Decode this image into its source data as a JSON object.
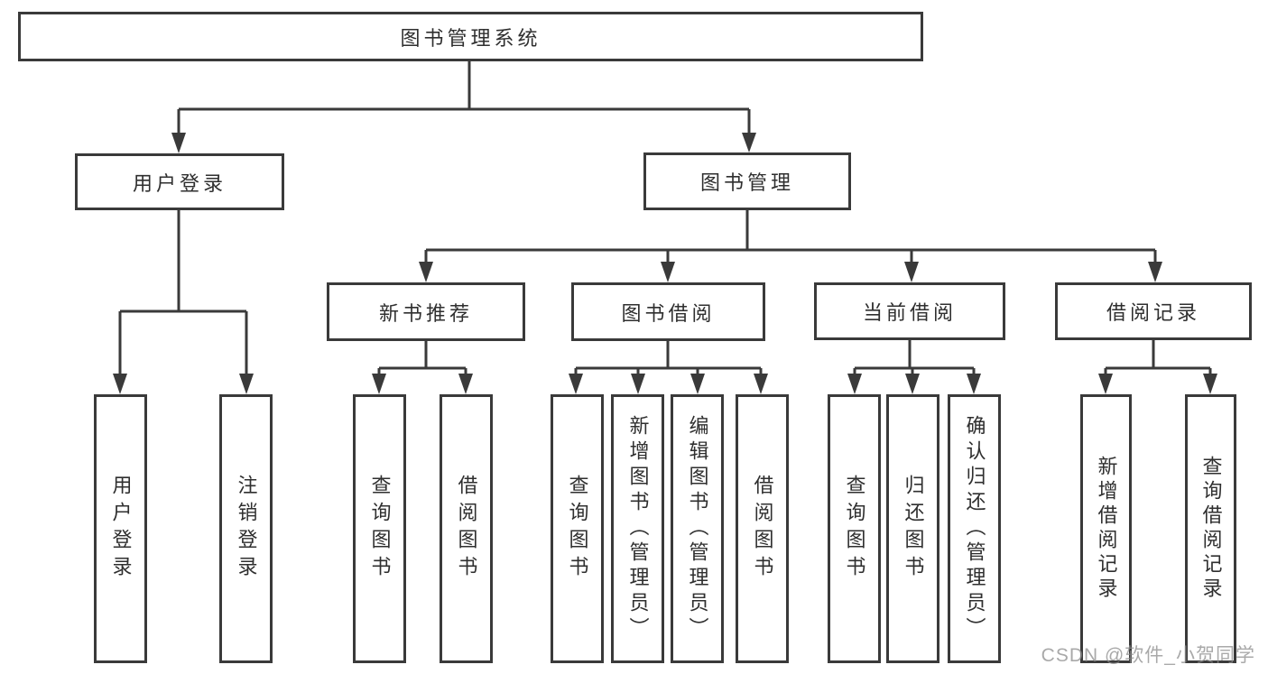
{
  "diagram": {
    "root": {
      "label": "图书管理系统"
    },
    "level2": [
      {
        "label": "用户登录",
        "children": [
          {
            "label": "用户登录"
          },
          {
            "label": "注销登录"
          }
        ]
      },
      {
        "label": "图书管理",
        "children": [
          {
            "label": "新书推荐",
            "children": [
              {
                "label": "查询图书"
              },
              {
                "label": "借阅图书"
              }
            ]
          },
          {
            "label": "图书借阅",
            "children": [
              {
                "label": "查询图书"
              },
              {
                "label": "新增图书（管理员）"
              },
              {
                "label": "编辑图书（管理员）"
              },
              {
                "label": "借阅图书"
              }
            ]
          },
          {
            "label": "当前借阅",
            "children": [
              {
                "label": "查询图书"
              },
              {
                "label": "归还图书"
              },
              {
                "label": "确认归还（管理员）"
              }
            ]
          },
          {
            "label": "借阅记录",
            "children": [
              {
                "label": "新增借阅记录"
              },
              {
                "label": "查询借阅记录"
              }
            ]
          }
        ]
      }
    ],
    "watermark": "CSDN @软件_小贺同学",
    "colors": {
      "line": "#3a3a3a",
      "text": "#2f2f2f",
      "watermark": "#8c8c8c",
      "background": "#ffffff"
    }
  }
}
